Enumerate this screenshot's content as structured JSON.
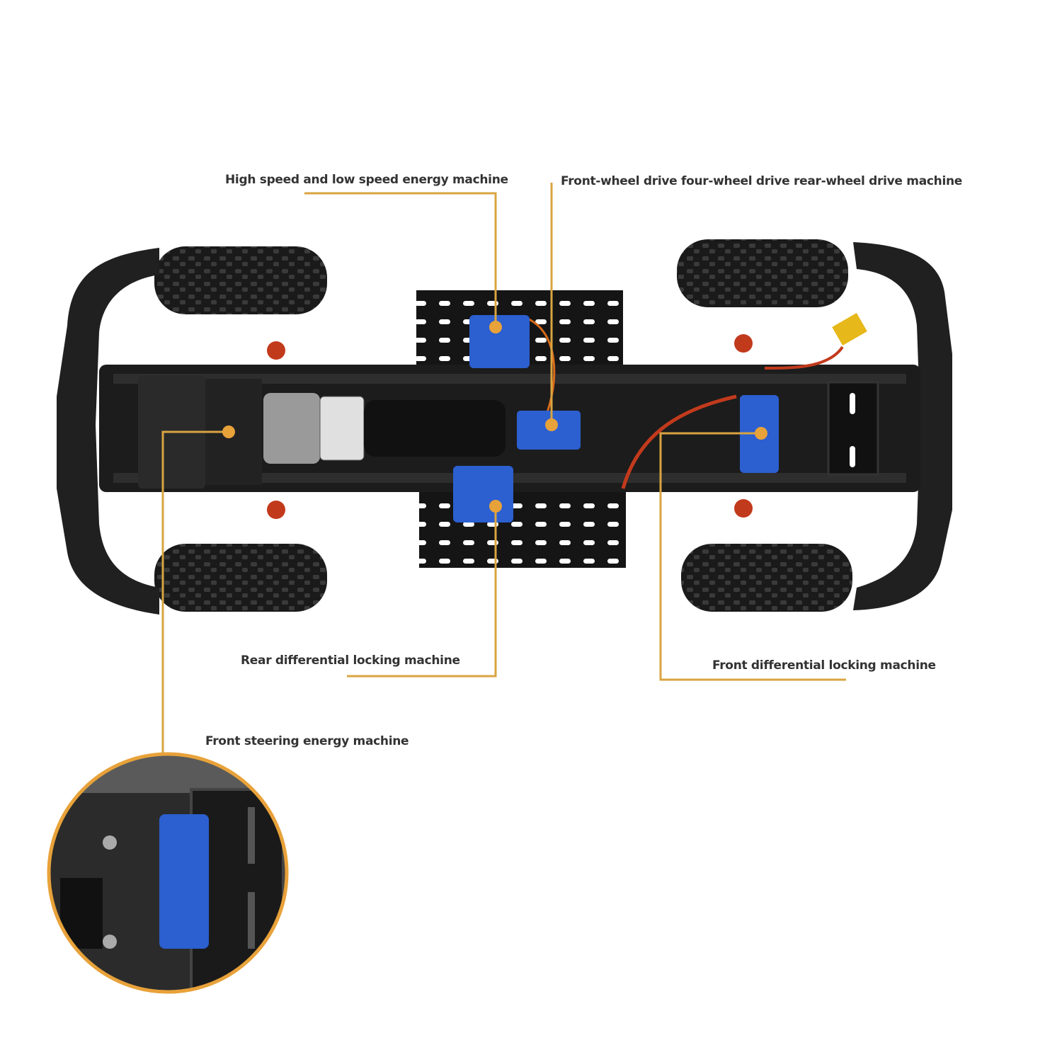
{
  "labels": {
    "high_low_speed": "High speed and low speed energy machine",
    "drive_mode": "Front-wheel drive four-wheel drive rear-wheel drive machine",
    "rear_diff_lock": "Rear differential locking machine",
    "front_diff_lock": "Front differential locking machine",
    "front_steering": "Front steering energy machine"
  },
  "colors": {
    "leader_line": "#d9a441",
    "servo_blue": "#2c5fd0",
    "chassis": "#1c1c1c",
    "accent_red": "#c23a1c"
  }
}
